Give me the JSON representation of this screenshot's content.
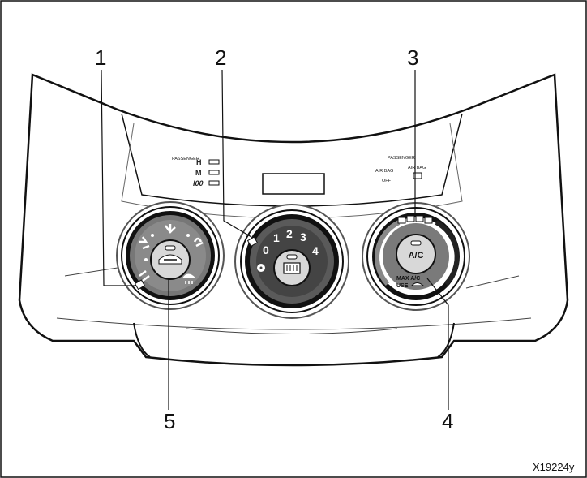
{
  "callouts": [
    "1",
    "2",
    "3",
    "4",
    "5"
  ],
  "figure_code": "X19224y",
  "passenger_indicator": {
    "label": "PASSENGER",
    "levels": [
      "H",
      "M",
      "I00"
    ]
  },
  "airbag_indicator": {
    "heading": "PASSENGER",
    "off_label_line1": "AIR BAG",
    "off_label_line2": "OFF",
    "on_label": "AIR BAG"
  },
  "fan_dial": {
    "speeds": [
      "0",
      "1",
      "2",
      "3",
      "4"
    ],
    "fan_symbol": "fan-icon",
    "center_button_icon": "rear-defogger-icon"
  },
  "temp_dial": {
    "ac_button_label": "A/C",
    "max_label_line1": "MAX A/C",
    "max_label_line2": "USE"
  },
  "mode_dial": {
    "center_button_icon": "air-intake-icon",
    "mode_icons": [
      "face-icon",
      "bi-level-icon",
      "feet-icon",
      "feet-defroster-icon",
      "defroster-icon"
    ]
  },
  "colors": {
    "line": "#111111",
    "panel": "#ffffff",
    "dial_face": "#555555",
    "knob_face": "#cccccc"
  }
}
